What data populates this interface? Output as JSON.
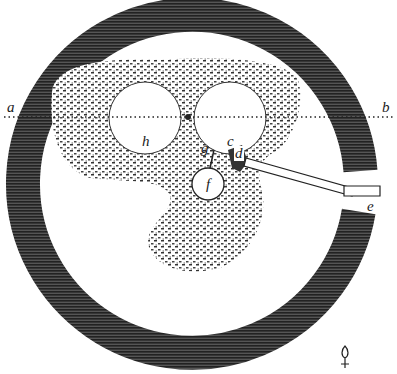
{
  "diagram": {
    "nodes": [
      {
        "text": [
          "f"
        ]
      }
    ],
    "labels": [
      "a",
      "b",
      "h",
      "c",
      "g",
      "d",
      "e"
    ]
  }
}
